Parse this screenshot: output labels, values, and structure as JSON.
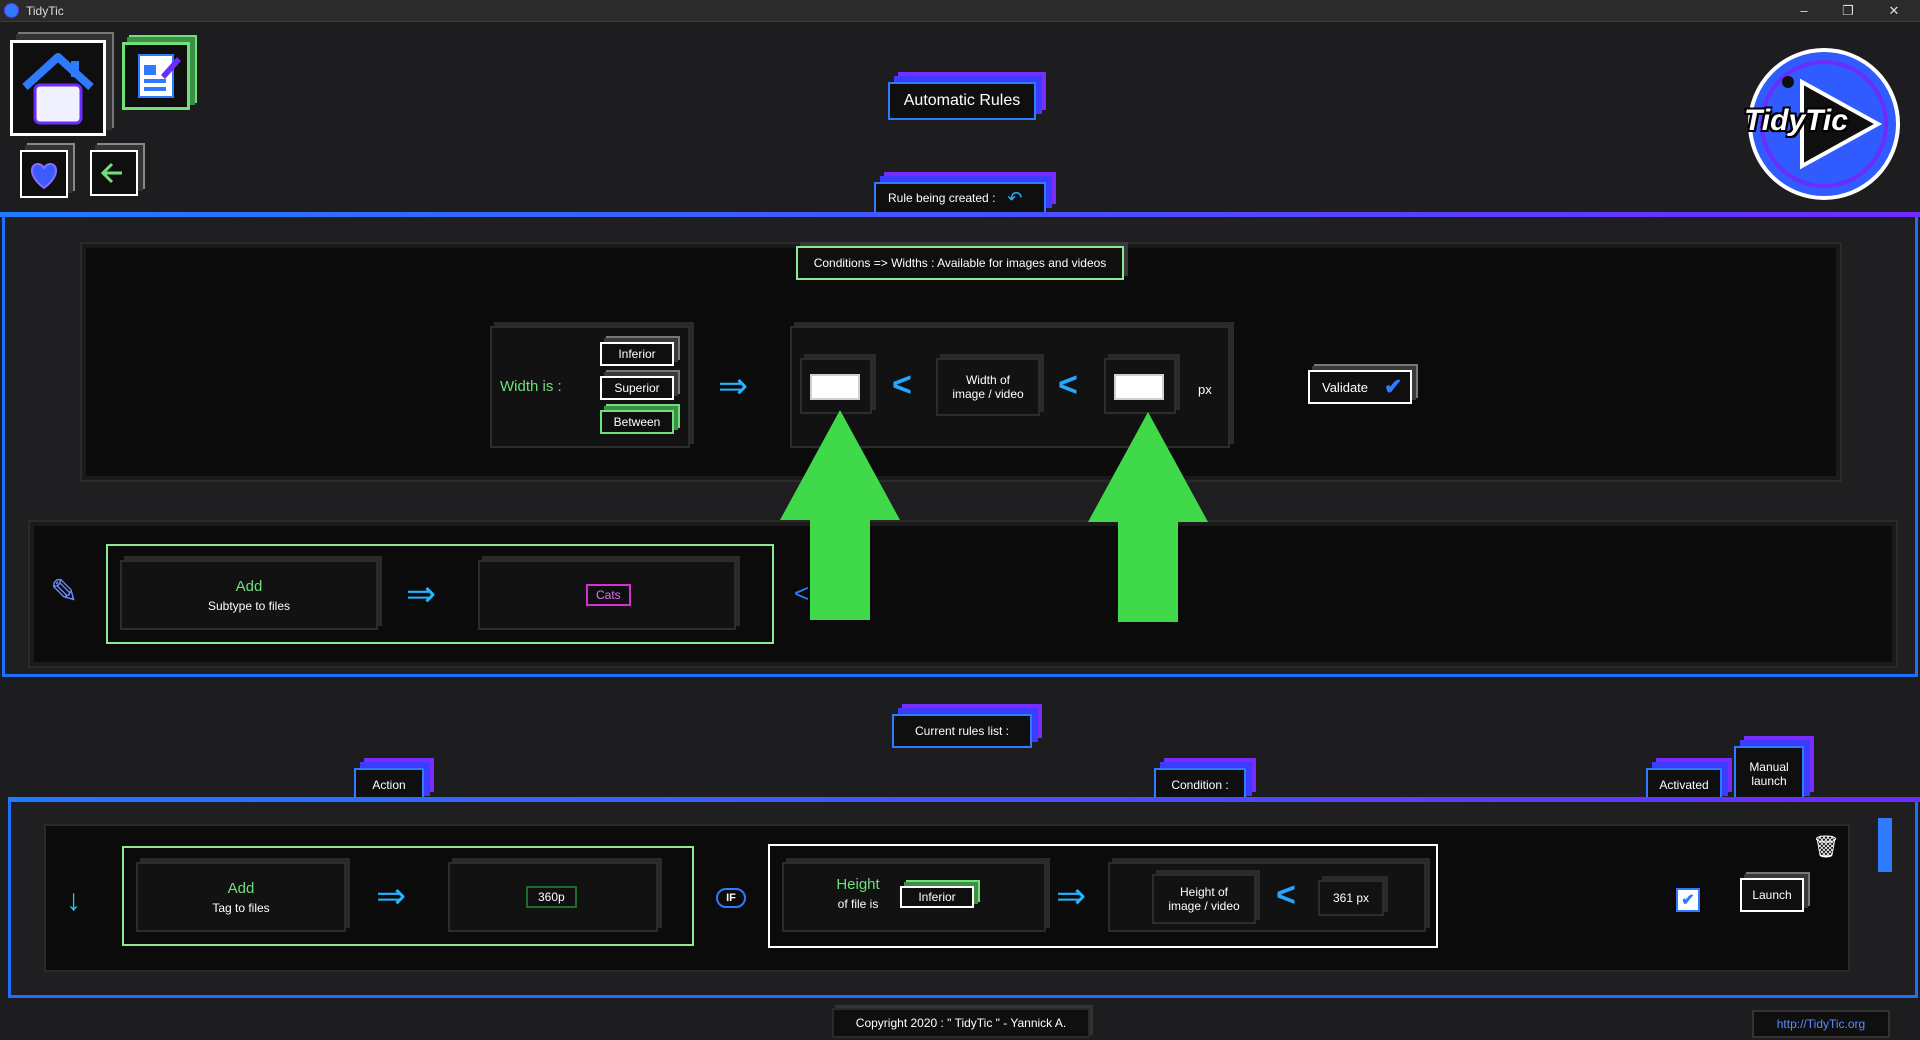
{
  "window": {
    "title": "TidyTic",
    "minimize": "–",
    "restore": "❐",
    "close": "✕"
  },
  "header": {
    "home_icon": "home-icon",
    "edit_icon": "edit-icon",
    "favorite_icon": "heart-icon",
    "back_icon": "back-arrow-icon",
    "page_title": "Automatic Rules",
    "logo_text": "TidyTic"
  },
  "rule_being_created": {
    "label": "Rule being created :",
    "undo_icon": "undo-icon"
  },
  "conditions": {
    "title": "Conditions => Widths : Available for images and videos",
    "width_is": "Width is :",
    "options": [
      "Inferior",
      "Superior",
      "Between"
    ],
    "selected_option": "Between",
    "middle_label_line1": "Width of",
    "middle_label_line2": "image / video",
    "min_value": "",
    "max_value": "",
    "unit": "px",
    "validate_label": "Validate"
  },
  "action_being_created": {
    "verb": "Add",
    "object": "Subtype to files",
    "value": "Cats"
  },
  "rules_list": {
    "label": "Current rules list :",
    "col_action": "Action",
    "col_condition": "Condition :",
    "col_activated": "Activated",
    "col_manual_line1": "Manual",
    "col_manual_line2": "launch",
    "rows": [
      {
        "action_verb": "Add",
        "action_object": "Tag to files",
        "action_value": "360p",
        "if_label": "IF",
        "cond_line1": "Height",
        "cond_line2": "of file is",
        "cond_op": "Inferior",
        "cond_target_line1": "Height of",
        "cond_target_line2": "image / video",
        "cond_value": "361 px",
        "launch_label": "Launch"
      }
    ]
  },
  "footer": {
    "copyright": "Copyright 2020 : \" TidyTic \" - Yannick A.",
    "url": "http://TidyTic.org"
  },
  "colors": {
    "accent_blue": "#2f7bff",
    "accent_purple": "#6c2cff",
    "green": "#3fd94a",
    "pink": "#d62fd6"
  }
}
